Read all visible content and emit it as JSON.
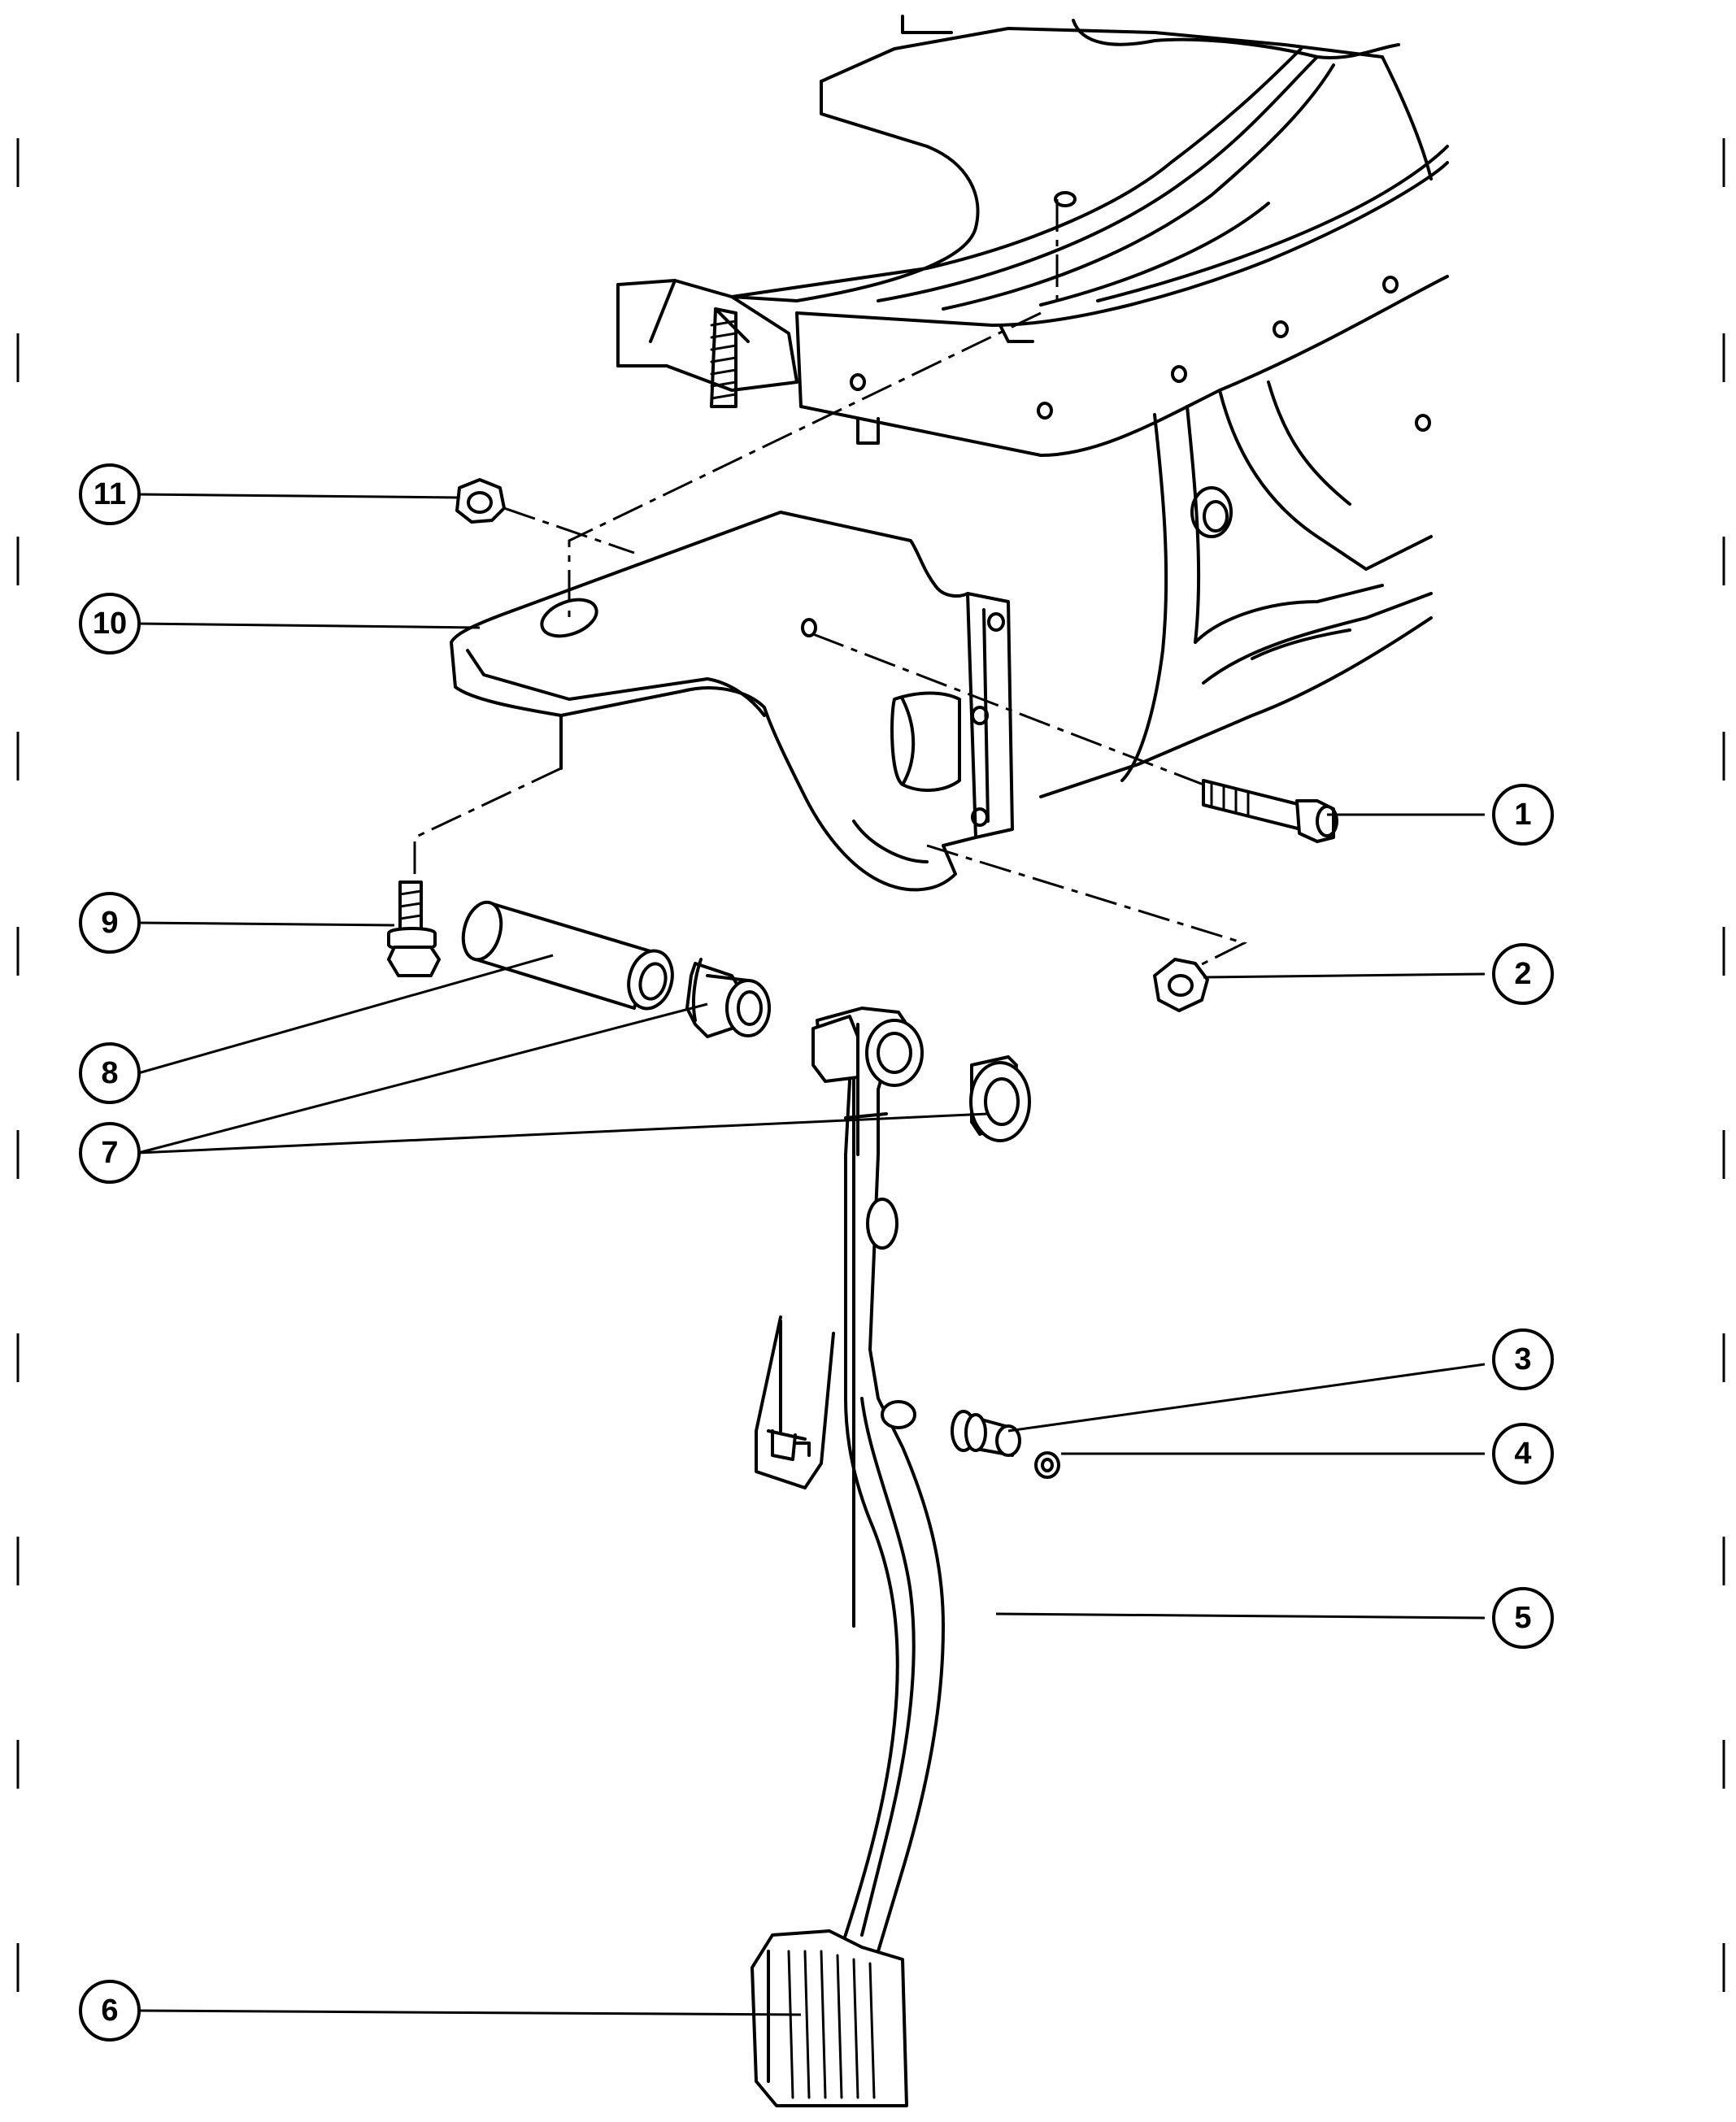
{
  "callouts": [
    {
      "number": "1"
    },
    {
      "number": "2"
    },
    {
      "number": "3"
    },
    {
      "number": "4"
    },
    {
      "number": "5"
    },
    {
      "number": "6"
    },
    {
      "number": "7"
    },
    {
      "number": "8"
    },
    {
      "number": "9"
    },
    {
      "number": "10"
    },
    {
      "number": "11"
    }
  ]
}
